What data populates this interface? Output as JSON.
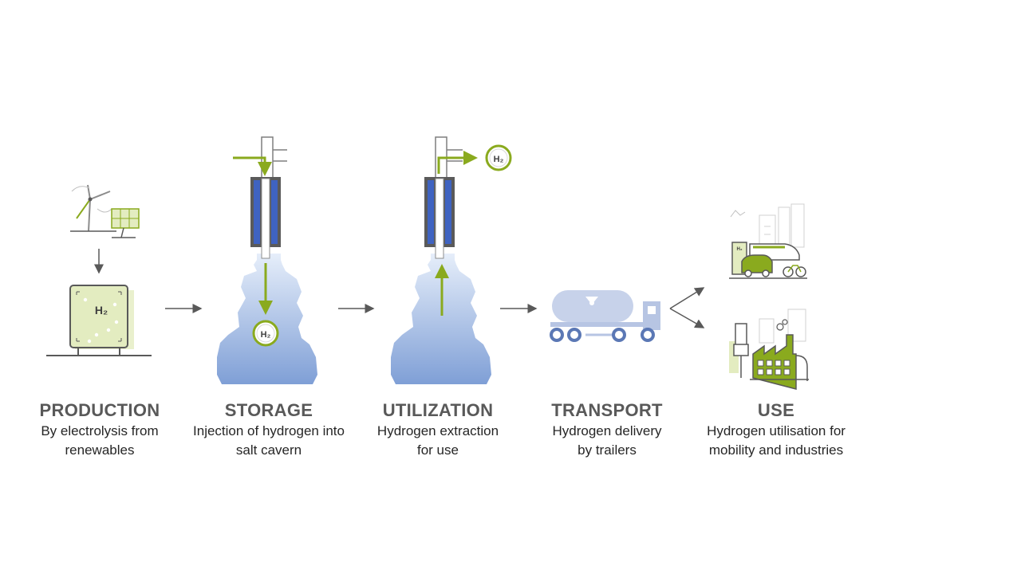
{
  "colors": {
    "accent_green": "#8aaa1e",
    "pale_green": "#e3ecc0",
    "cavern_top": "#dbe6f6",
    "cavern_bottom": "#7f9fd6",
    "pipe_blue": "#3f63c1",
    "pipe_gray": "#5a5a5a",
    "truck": "#a9b8d8",
    "truck_wheel": "#5b78b5",
    "text_title": "#595959",
    "text_desc": "#262626"
  },
  "steps": [
    {
      "title": "PRODUCTION",
      "desc_line1": "By electrolysis from",
      "desc_line2": "renewables",
      "icon": "wind-solar-electrolyser-icon"
    },
    {
      "title": "STORAGE",
      "desc_line1": "Injection of hydrogen into",
      "desc_line2": "salt cavern",
      "icon": "salt-cavern-injection-icon"
    },
    {
      "title": "UTILIZATION",
      "desc_line1": "Hydrogen extraction",
      "desc_line2": "for use",
      "icon": "salt-cavern-extraction-icon"
    },
    {
      "title": "TRANSPORT",
      "desc_line1": "Hydrogen delivery",
      "desc_line2": "by trailers",
      "icon": "tanker-truck-icon"
    },
    {
      "title": "USE",
      "desc_line1": "Hydrogen utilisation for",
      "desc_line2": "mobility and industries",
      "icon": "mobility-industry-icon"
    }
  ],
  "h2_labels": {
    "electrolyser": "H₂",
    "storage_bubble": "H₂",
    "extraction_bubble": "H₂",
    "station": "H₂"
  }
}
